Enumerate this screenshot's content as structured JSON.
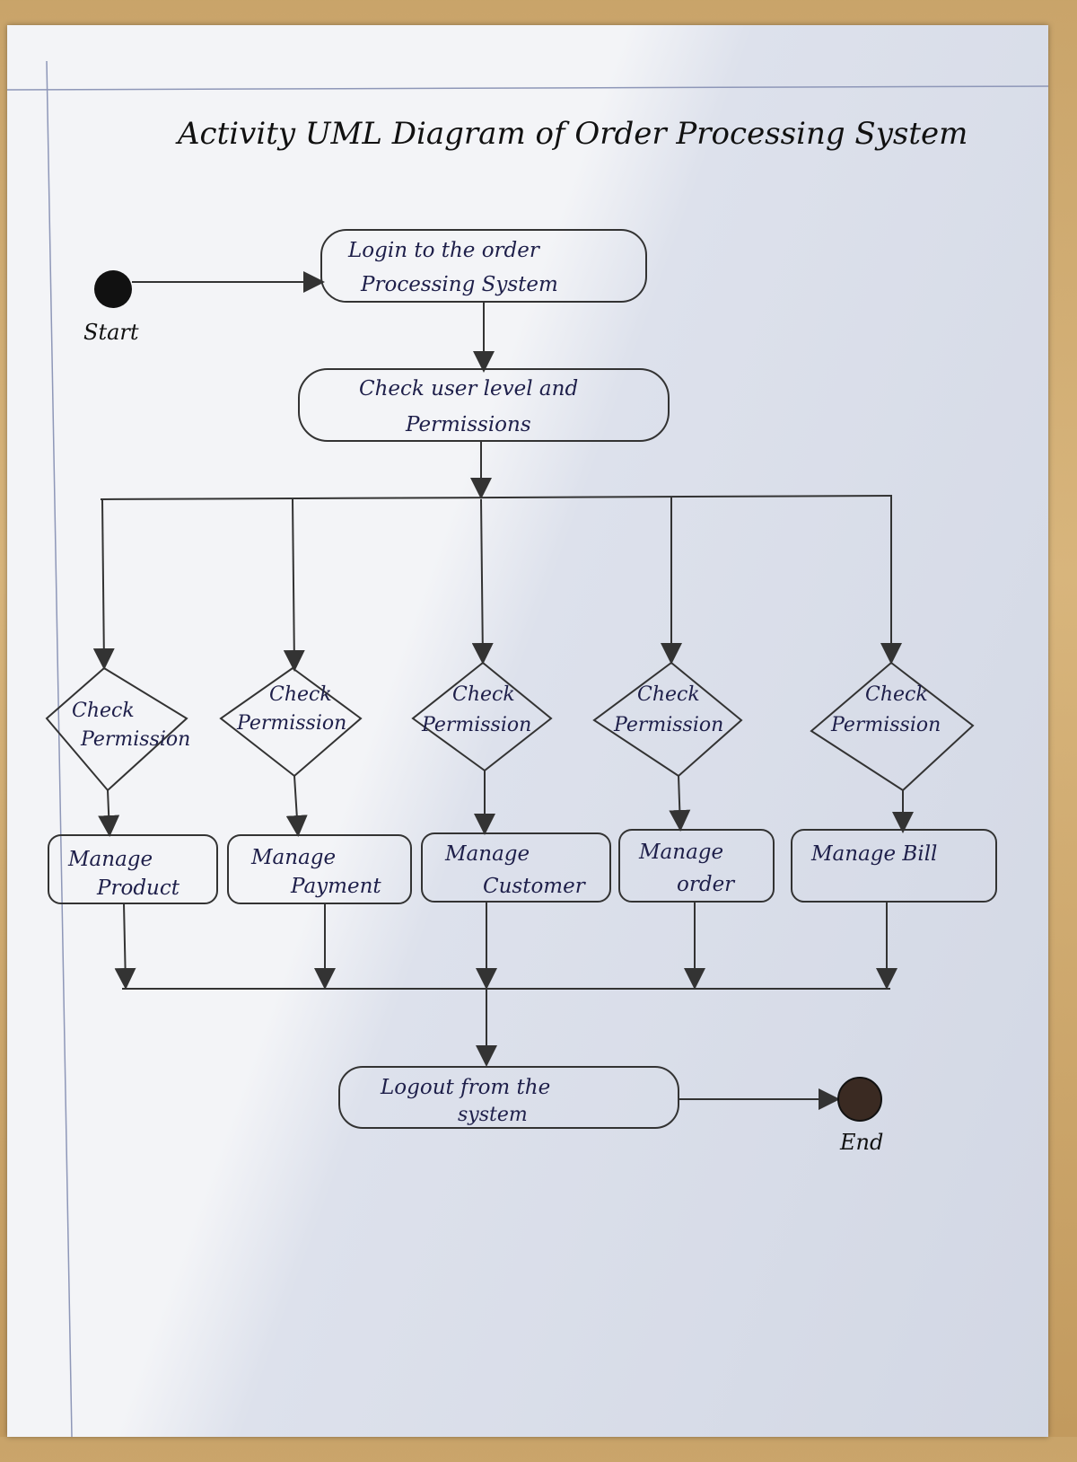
{
  "title": "Activity UML Diagram of Order Processing System",
  "start_label": "Start",
  "end_label": "End",
  "login": [
    "Login to the order",
    "Processing System"
  ],
  "check_level": [
    "Check user level and",
    "Permissions"
  ],
  "decisions": [
    [
      "Check",
      "Permission"
    ],
    [
      "Check",
      "Permission"
    ],
    [
      "Check",
      "Permission"
    ],
    [
      "Check",
      "Permission"
    ],
    [
      "Check",
      "Permission"
    ]
  ],
  "actions": [
    [
      "Manage",
      "Product"
    ],
    [
      "Manage",
      "Payment"
    ],
    [
      "Manage",
      "Customer"
    ],
    [
      "Manage",
      "order"
    ],
    [
      "Manage Bill"
    ]
  ],
  "logout": [
    "Logout from the",
    "system"
  ],
  "colors": {
    "ink": "#1e1f4a",
    "line": "#333333",
    "paper": "#f3f4f7"
  }
}
